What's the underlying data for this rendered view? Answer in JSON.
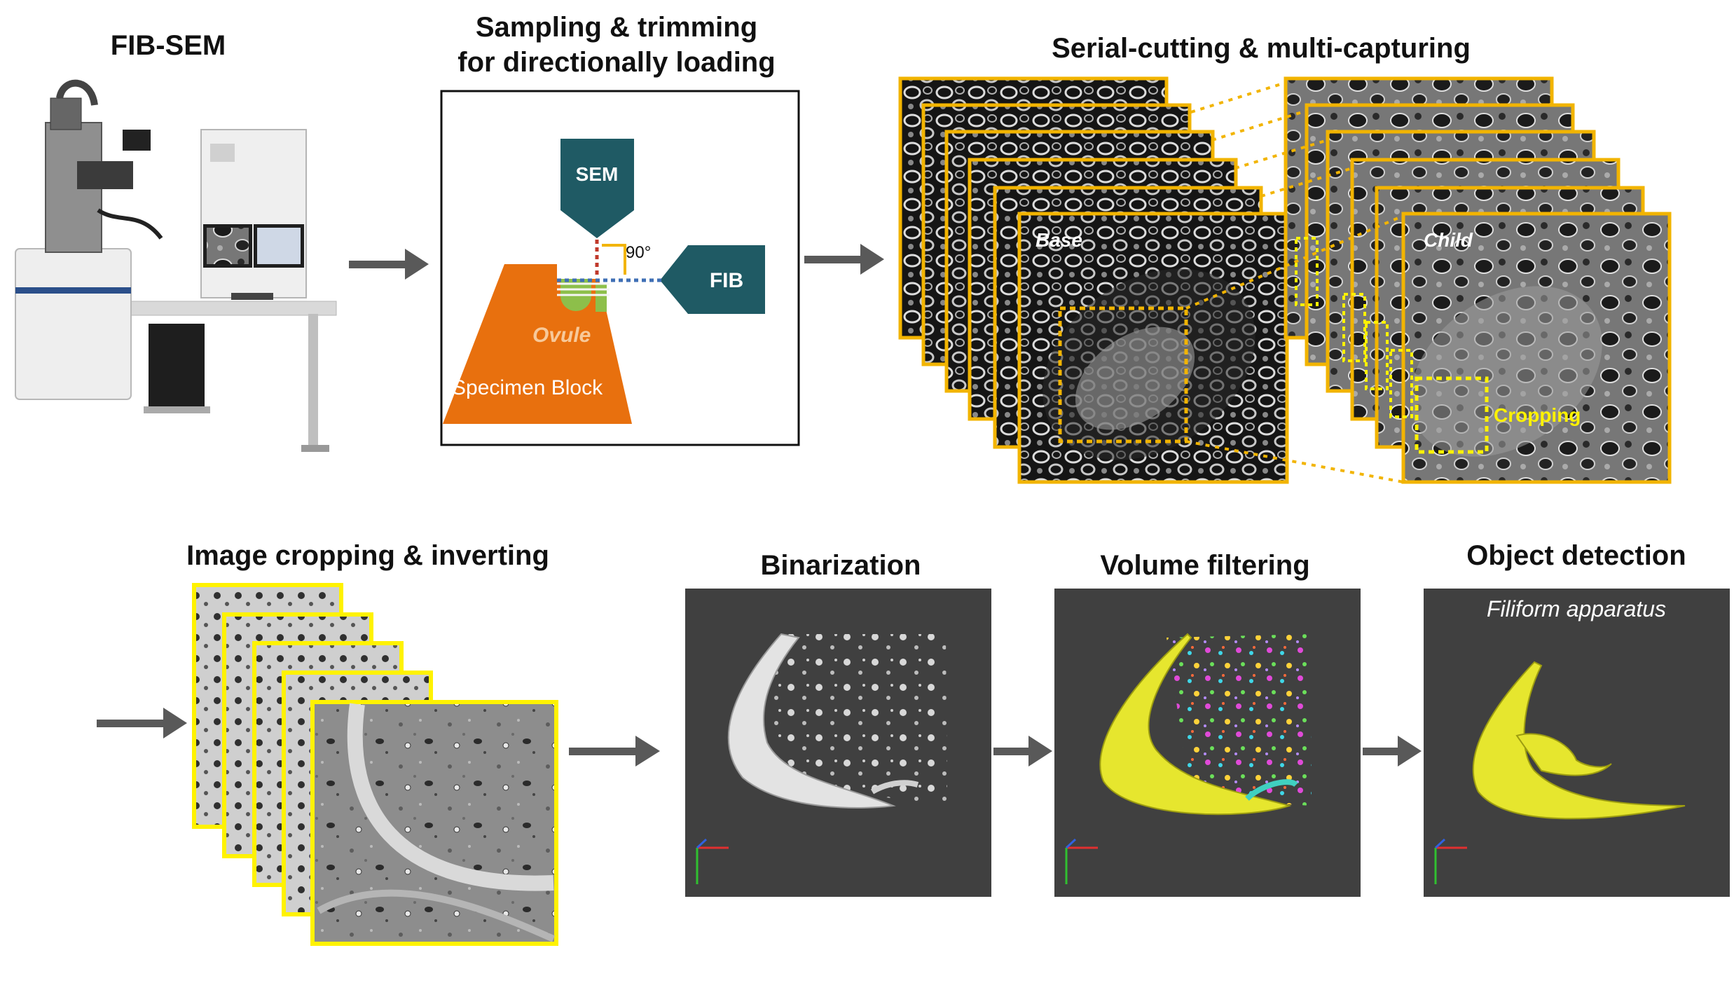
{
  "titles": {
    "fib_sem": "FIB-SEM",
    "sampling_line1": "Sampling & trimming",
    "sampling_line2": "for directionally loading",
    "serial": "Serial-cutting & multi-capturing",
    "cropping": "Image cropping & inverting",
    "binarization": "Binarization",
    "volume_filtering": "Volume filtering",
    "object_detection": "Object detection"
  },
  "schematic": {
    "sem_label": "SEM",
    "fib_label": "FIB",
    "angle_label": "90°",
    "ovule_label": "Ovule",
    "block_label": "Specimen Block"
  },
  "serial": {
    "base_label": "Base",
    "child_label": "Child",
    "cropping_label": "Cropping"
  },
  "detection": {
    "caption": "Filiform apparatus"
  },
  "colors": {
    "frame_orange": "#F2B400",
    "frame_yellow": "#FFF200",
    "teal": "#1F5A64",
    "block_orange": "#E8700E",
    "ovule_green": "#8DBF4A",
    "panel_gray": "#404040",
    "arrow_gray": "#595959",
    "detect_yellow": "#E6E62E"
  },
  "icons": [
    "arrow-icon",
    "axis-triad-icon"
  ]
}
